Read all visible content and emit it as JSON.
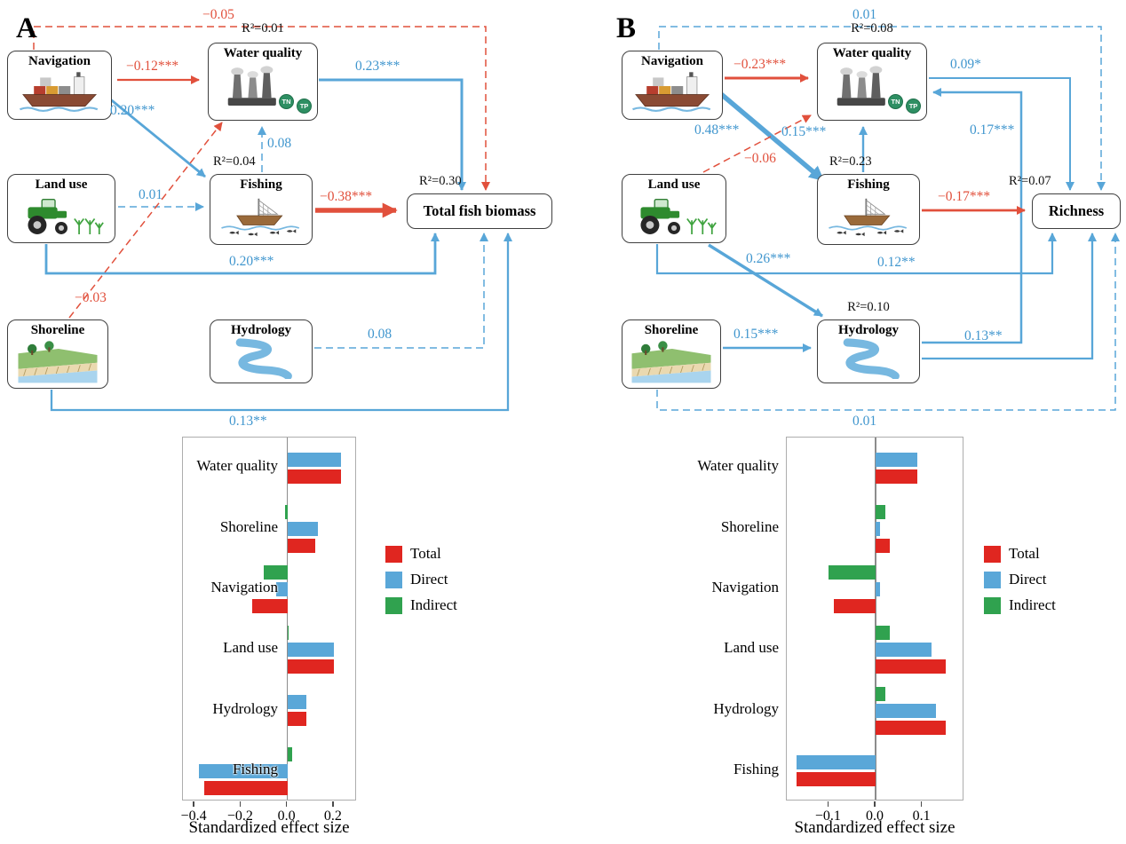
{
  "panels": {
    "A": {
      "letter": "A",
      "sem": {
        "nodes": {
          "navigation": {
            "label": "Navigation"
          },
          "water_quality": {
            "label": "Water quality",
            "r2": "R²=0.01",
            "badges": [
              "TN",
              "TP"
            ]
          },
          "land_use": {
            "label": "Land use"
          },
          "fishing": {
            "label": "Fishing",
            "r2": "R²=0.04"
          },
          "shoreline": {
            "label": "Shoreline"
          },
          "hydrology": {
            "label": "Hydrology"
          },
          "outcome": {
            "label": "Total fish biomass",
            "r2": "R²=0.30"
          }
        },
        "paths": {
          "navigation_to_water_quality": {
            "label": "−0.12***",
            "effect": "negative",
            "significant": true
          },
          "navigation_to_fishing": {
            "label": "0.20***",
            "effect": "positive",
            "significant": true
          },
          "navigation_to_outcome": {
            "label": "−0.05",
            "effect": "negative",
            "significant": false
          },
          "land_use_to_fishing": {
            "label": "0.01",
            "effect": "positive",
            "significant": false
          },
          "land_use_to_outcome": {
            "label": "0.20***",
            "effect": "positive",
            "significant": true
          },
          "fishing_to_water_quality": {
            "label": "0.08",
            "effect": "positive",
            "significant": false
          },
          "fishing_to_outcome": {
            "label": "−0.38***",
            "effect": "negative",
            "significant": true
          },
          "water_quality_to_outcome": {
            "label": "0.23***",
            "effect": "positive",
            "significant": true
          },
          "shoreline_to_water_quality": {
            "label": "−0.03",
            "effect": "negative",
            "significant": false
          },
          "hydrology_to_outcome": {
            "label": "0.08",
            "effect": "positive",
            "significant": false
          },
          "shoreline_to_outcome": {
            "label": "0.13**",
            "effect": "positive",
            "significant": true
          }
        }
      }
    },
    "B": {
      "letter": "B",
      "sem": {
        "nodes": {
          "navigation": {
            "label": "Navigation"
          },
          "water_quality": {
            "label": "Water quality",
            "r2": "R²=0.08",
            "badges": [
              "TN",
              "TP"
            ]
          },
          "land_use": {
            "label": "Land use"
          },
          "fishing": {
            "label": "Fishing",
            "r2": "R²=0.23"
          },
          "shoreline": {
            "label": "Shoreline"
          },
          "hydrology": {
            "label": "Hydrology",
            "r2": "R²=0.10"
          },
          "outcome": {
            "label": "Richness",
            "r2": "R²=0.07"
          }
        },
        "paths": {
          "navigation_to_water_quality": {
            "label": "−0.23***",
            "effect": "negative",
            "significant": true
          },
          "navigation_to_fishing": {
            "label": "0.48***",
            "effect": "positive",
            "significant": true
          },
          "navigation_to_outcome": {
            "label": "0.01",
            "effect": "positive",
            "significant": false
          },
          "land_use_to_water_quality": {
            "label": "−0.06",
            "effect": "negative",
            "significant": false
          },
          "fishing_to_water_quality": {
            "label": "0.15***",
            "effect": "positive",
            "significant": true
          },
          "fishing_to_outcome": {
            "label": "−0.17***",
            "effect": "negative",
            "significant": true
          },
          "water_quality_to_outcome": {
            "label": "0.09*",
            "effect": "positive",
            "significant": true
          },
          "hydrology_to_water_quality": {
            "label": "0.17***",
            "effect": "positive",
            "significant": true
          },
          "land_use_to_hydrology": {
            "label": "0.26***",
            "effect": "positive",
            "significant": true
          },
          "land_use_to_outcome": {
            "label": "0.12**",
            "effect": "positive",
            "significant": true
          },
          "shoreline_to_hydrology": {
            "label": "0.15***",
            "effect": "positive",
            "significant": true
          },
          "hydrology_to_outcome": {
            "label": "0.13**",
            "effect": "positive",
            "significant": true
          },
          "shoreline_to_outcome": {
            "label": "0.01",
            "effect": "positive",
            "significant": false
          }
        }
      }
    }
  },
  "chart_data": [
    {
      "type": "bar",
      "panel": "A",
      "orientation": "horizontal",
      "categories": [
        "Water quality",
        "Shoreline",
        "Navigation",
        "Land use",
        "Hydrology",
        "Fishing"
      ],
      "series": [
        {
          "name": "Total",
          "color": "#e02620",
          "values": [
            0.23,
            0.12,
            -0.15,
            0.2,
            0.08,
            -0.36
          ]
        },
        {
          "name": "Direct",
          "color": "#5aa7d8",
          "values": [
            0.23,
            0.13,
            -0.05,
            0.2,
            0.08,
            -0.38
          ]
        },
        {
          "name": "Indirect",
          "color": "#30a24f",
          "values": [
            null,
            -0.01,
            -0.1,
            0.005,
            null,
            0.02
          ]
        }
      ],
      "xlabel": "Standardized effect size",
      "ylabel": "",
      "xlim": [
        -0.45,
        0.3
      ],
      "xticks": [
        -0.4,
        -0.2,
        0.0,
        0.2
      ],
      "xtick_labels": [
        "−0.4",
        "−0.2",
        "0.0",
        "0.2"
      ],
      "grid": false,
      "legend_position": "right"
    },
    {
      "type": "bar",
      "panel": "B",
      "orientation": "horizontal",
      "categories": [
        "Water quality",
        "Shoreline",
        "Navigation",
        "Land use",
        "Hydrology",
        "Fishing"
      ],
      "series": [
        {
          "name": "Total",
          "color": "#e02620",
          "values": [
            0.09,
            0.03,
            -0.09,
            0.15,
            0.15,
            -0.17
          ]
        },
        {
          "name": "Direct",
          "color": "#5aa7d8",
          "values": [
            0.09,
            0.01,
            0.01,
            0.12,
            0.13,
            -0.17
          ]
        },
        {
          "name": "Indirect",
          "color": "#30a24f",
          "values": [
            null,
            0.02,
            -0.1,
            0.03,
            0.02,
            null
          ]
        }
      ],
      "xlabel": "Standardized effect size",
      "ylabel": "",
      "xlim": [
        -0.19,
        0.19
      ],
      "xticks": [
        -0.1,
        0.0,
        0.1
      ],
      "xtick_labels": [
        "−0.1",
        "0.0",
        "0.1"
      ],
      "grid": false,
      "legend_position": "right"
    }
  ]
}
